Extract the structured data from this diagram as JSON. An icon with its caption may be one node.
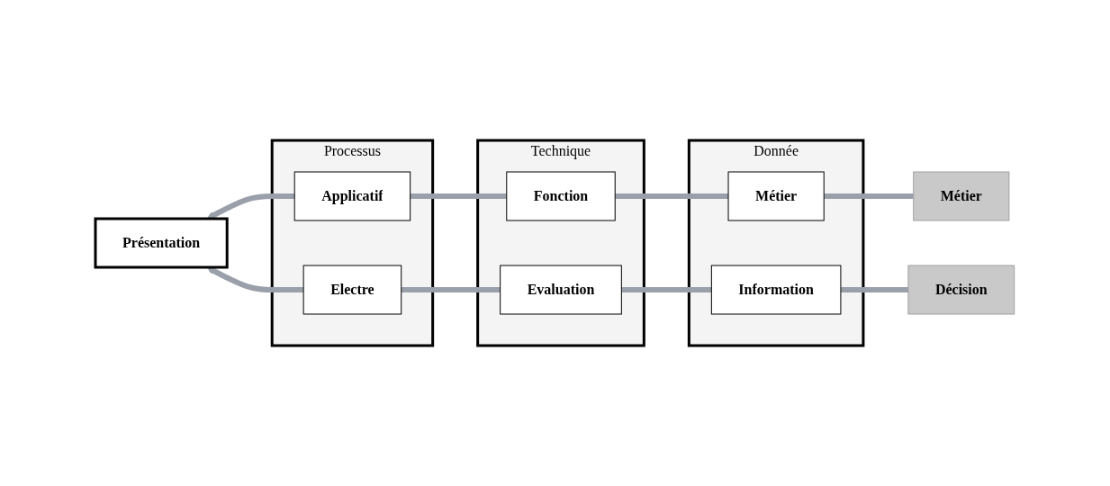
{
  "diagram": {
    "nodes": [
      {
        "text": [
          "Présentation"
        ]
      },
      {
        "text": [
          "Processus"
        ]
      },
      {
        "text": [
          "Applicatif"
        ],
        "in": 1
      },
      {
        "text": [
          "Electre"
        ],
        "in": 1
      },
      {
        "text": [
          "Technique"
        ]
      },
      {
        "text": [
          "Fonction"
        ],
        "in": 4
      },
      {
        "text": [
          "Evaluation"
        ],
        "in": 4
      },
      {
        "text": [
          "Donnée"
        ]
      },
      {
        "text": [
          "Métier"
        ],
        "in": 7
      },
      {
        "text": [
          "Information"
        ],
        "in": 7
      },
      {
        "text": [
          "Métier"
        ]
      },
      {
        "text": [
          "Décision"
        ]
      }
    ],
    "edges": [
      {
        "from": 10,
        "to": 8,
        "arrow": "none"
      },
      {
        "from": 8,
        "to": 5,
        "arrow": "none"
      },
      {
        "from": 5,
        "to": 2,
        "arrow": "none"
      },
      {
        "from": 2,
        "to": 0,
        "arrow": "to"
      },
      {
        "from": 11,
        "to": 9,
        "arrow": "none"
      },
      {
        "from": 9,
        "to": 6,
        "arrow": "none"
      },
      {
        "from": 6,
        "to": 3,
        "arrow": "none"
      },
      {
        "from": 3,
        "to": 0,
        "arrow": "to"
      }
    ]
  }
}
